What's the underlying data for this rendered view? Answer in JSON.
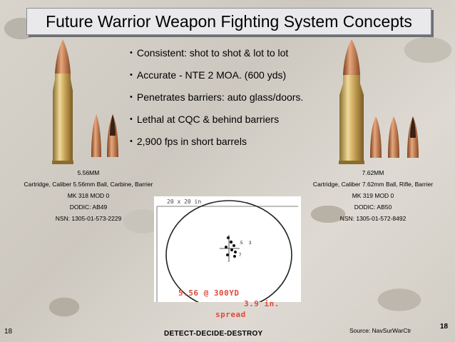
{
  "slide": {
    "title": "Future Warrior Weapon Fighting System Concepts",
    "bullets": [
      "Consistent: shot to shot & lot to lot",
      "Accurate - NTE 2 MOA. (600 yds)",
      "Penetrates barriers: auto glass/doors.",
      "Lethal at CQC & behind barriers",
      "2,900 fps in short barrels"
    ],
    "bullet_marker": "•"
  },
  "left_cartridge": {
    "lines": [
      "5.56MM",
      "Cartridge, Caliber 5.56mm Ball, Carbine, Barrier",
      "MK 318 MOD 0",
      "DODIC: AB49",
      "NSN: 1305-01-573-2229"
    ]
  },
  "right_cartridge": {
    "lines": [
      "7.62MM",
      "Cartridge, Caliber 7.62mm Ball, Rifle, Barrier",
      "MK 319 MOD 0",
      "DODIC: AB50",
      "NSN: 1305-01-572-8492"
    ]
  },
  "target": {
    "size_note": "20 x 20 in",
    "shot_labels": [
      "5",
      "3",
      "7"
    ],
    "result_label": "5.56 @ 300YD",
    "spread_value": "3.9 in.",
    "spread_word": "spread"
  },
  "footer": {
    "page_left": "18",
    "page_right": "18",
    "motto": "DETECT-DECIDE-DESTROY",
    "source": "Source:  NavSurWarCtr"
  },
  "colors": {
    "accent_red": "#e04a3c",
    "brass": "#c9a45a",
    "copper": "#c07a4a"
  }
}
